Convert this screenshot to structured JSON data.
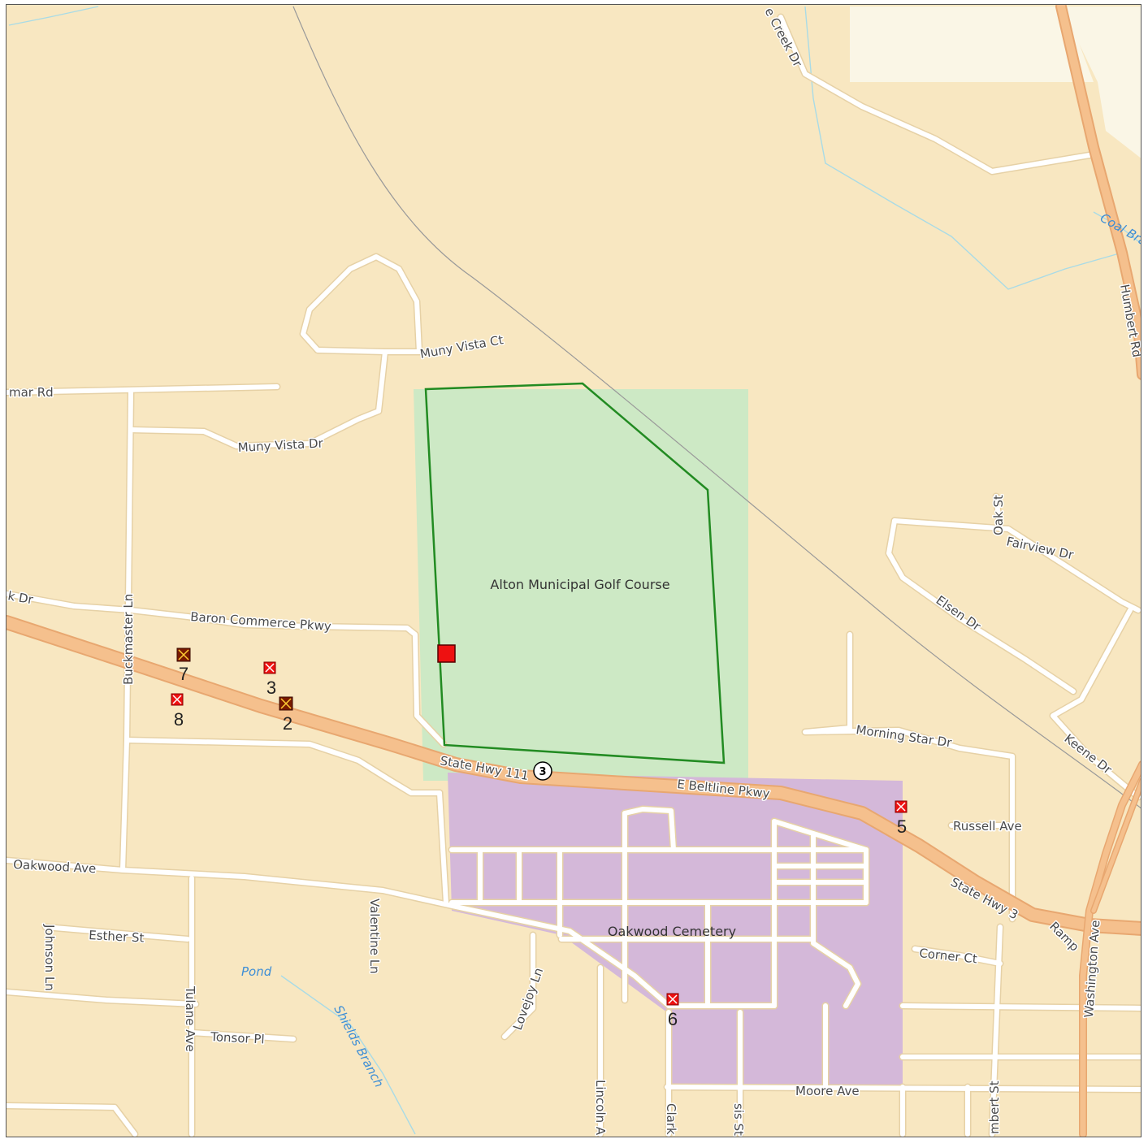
{
  "map": {
    "areas": {
      "golf_course": "Alton Municipal Golf Course",
      "cemetery": "Oakwood Cemetery"
    },
    "streets": {
      "lamar_rd": "mar Rd",
      "muny_vista_ct": "Muny Vista Ct",
      "muny_vista_dr": "Muny Vista Dr",
      "creek_dr": "e Creek Dr",
      "humbert_rd": "Humbert Rd",
      "oak_st": "Oak St",
      "fairview_dr": "Fairview Dr",
      "elsen_dr": "Elsen Dr",
      "keene_dr": "Keene Dr",
      "k_dr": "k Dr",
      "baron_commerce": "Baron Commerce Pkwy",
      "buckmaster_ln": "Buckmaster Ln",
      "state_hwy_111": "State Hwy 111",
      "e_beltline": "E Beltline Pkwy",
      "morning_star": "Morning Star Dr",
      "russell_ave": "Russell Ave",
      "state_hwy_3": "State Hwy 3",
      "ramp": "Ramp",
      "washington_ave": "Washington Ave",
      "oakwood_ave": "Oakwood Ave",
      "valentine_ln": "Valentine Ln",
      "esther_st": "Esther St",
      "johnson_ln": "Johnson Ln",
      "tulane_ave": "Tulane Ave",
      "tonsor_pl": "Tonsor Pl",
      "lovejoy_ln": "Lovejoy Ln",
      "lincoln_ave": "Lincoln A",
      "clark": "Clark",
      "sis_st": "sis St",
      "corner_ct": "Corner Ct",
      "moore_ave": "Moore Ave",
      "humbert_st": "mbert St"
    },
    "water": {
      "pond": "Pond",
      "shields_branch": "Shields Branch",
      "coal_branch": "Coal Bra"
    },
    "highway_shield": "3",
    "markers": {
      "m2": "2",
      "m3": "3",
      "m5": "5",
      "m6": "6",
      "m7": "7",
      "m8": "8"
    },
    "colors": {
      "land": "#f8e7c1",
      "golf_fill": "#cde9c5",
      "golf_outline": "#228b22",
      "cemetery_fill": "#d4b8d9",
      "highway": "#f5c08d",
      "marker_red": "#ee1111",
      "marker_dark": "#7a1a00",
      "water": "#a9dbe6"
    }
  }
}
